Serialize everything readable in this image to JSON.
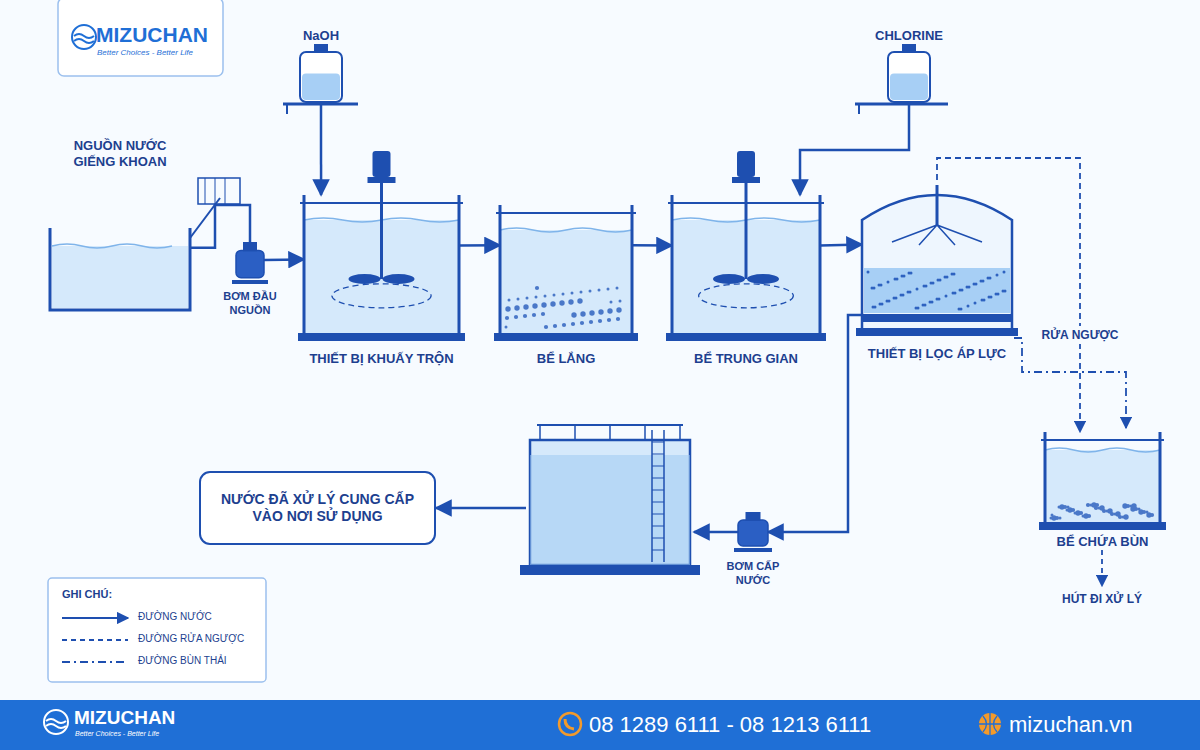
{
  "diagram": {
    "nodes": [
      {
        "text": [
          "NaOH"
        ]
      },
      {
        "text": [
          "CHLORINE"
        ]
      },
      {
        "text": [
          "NGUỒN NƯỚC GIẾNG KHOAN"
        ]
      },
      {
        "text": [
          "BƠM ĐẦU NGUỒN"
        ]
      },
      {
        "text": [
          "THIẾT BỊ KHUẤY TRỘN"
        ]
      },
      {
        "text": [
          "BỂ LẮNG"
        ]
      },
      {
        "text": [
          "BỂ TRUNG GIAN"
        ]
      },
      {
        "text": [
          "THIẾT BỊ LỌC ÁP LỰC"
        ]
      },
      {
        "text": [
          "BƠM CẤP NƯỚC"
        ]
      },
      {
        "text": [
          "NƯỚC ĐÃ XỬ LÝ CUNG CẤP VÀO NƠI SỬ DỤNG"
        ]
      },
      {
        "text": [
          "BỂ CHỨA BÙN"
        ]
      }
    ],
    "edges": [
      {
        "from": 2,
        "to": 3,
        "arrow": "none"
      },
      {
        "from": 3,
        "to": 4,
        "arrow": "to"
      },
      {
        "from": 0,
        "to": 4,
        "arrow": "to"
      },
      {
        "from": 4,
        "to": 5,
        "arrow": "to"
      },
      {
        "from": 5,
        "to": 6,
        "arrow": "to"
      },
      {
        "from": 1,
        "to": 6,
        "arrow": "to"
      },
      {
        "from": 6,
        "to": 7,
        "arrow": "to"
      },
      {
        "from": 7,
        "to": 8,
        "arrow": "to"
      },
      {
        "from": 7,
        "to": 10,
        "label": "RỬA NGƯỢC",
        "arrow": "to"
      }
    ],
    "labels": [
      "MIZUCHAN",
      "Better Choices - Better Life",
      "GHI CHÚ:",
      "HÚT ĐI XỬ LÝ",
      "MIZUCHAN",
      "Better Choices - Better Life",
      "08 1289 6111 - 08 1213 6111",
      "mizuchan.vn"
    ],
    "legend": [
      {
        "text": "ĐƯỜNG NƯỚC"
      },
      {
        "text": "ĐƯỜNG RỬA NGƯỢC"
      },
      {
        "text": "ĐƯỜNG BÙN THẢI"
      }
    ]
  }
}
